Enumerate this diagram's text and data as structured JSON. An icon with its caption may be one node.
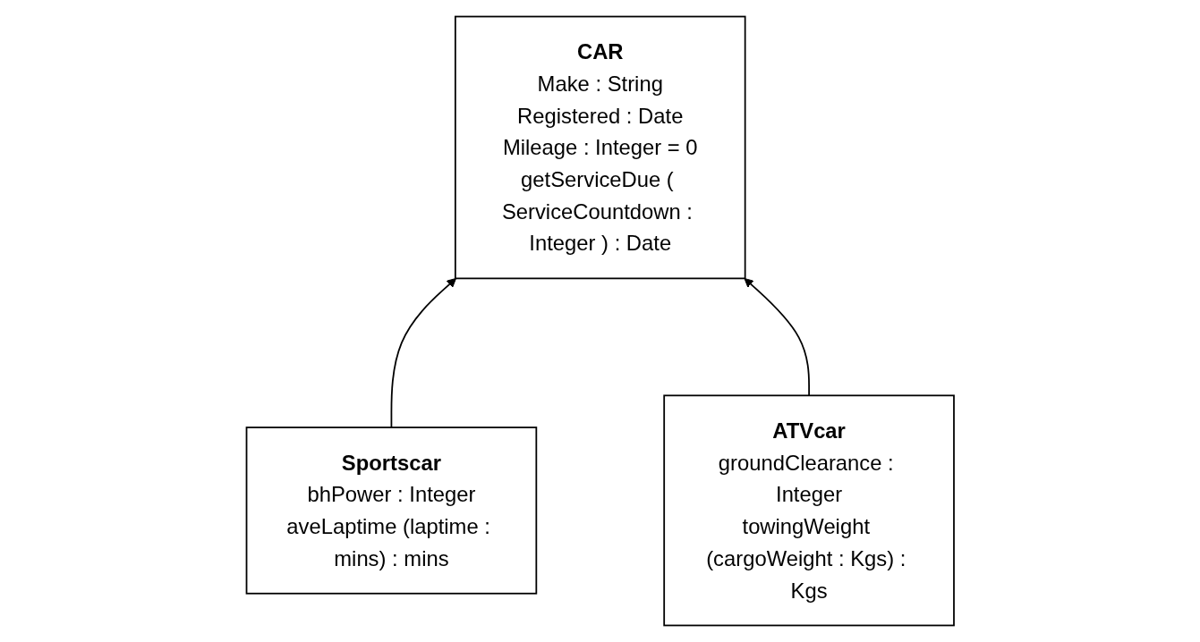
{
  "diagram": {
    "nodes": [
      {
        "text": [
          "CAR",
          "Make : String",
          "Registered : Date",
          "Mileage : Integer = 0",
          "getServiceDue ( ServiceCountdown : Integer ) : Date"
        ]
      },
      {
        "text": [
          "Sportscar",
          "bhPower : Integer",
          "aveLaptime (laptime : mins) : mins"
        ]
      },
      {
        "text": [
          "ATVcar",
          "groundClearance : Integer",
          "towingWeight (cargoWeight : Kgs) : Kgs"
        ]
      }
    ],
    "edges": [
      {
        "from": 1,
        "to": 0,
        "arrow": "to"
      },
      {
        "from": 2,
        "to": 0,
        "arrow": "to"
      }
    ]
  }
}
